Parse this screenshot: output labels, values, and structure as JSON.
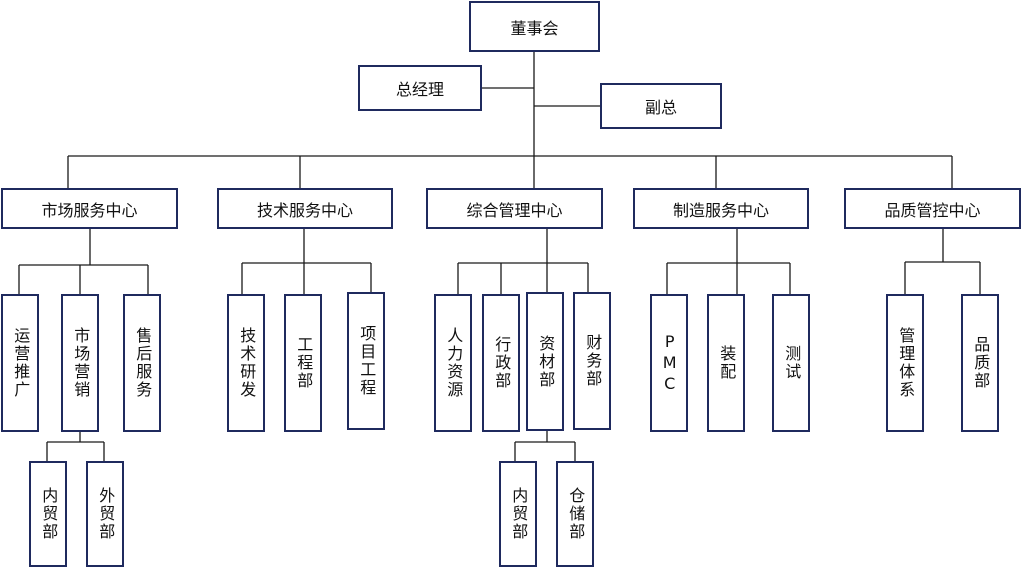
{
  "org": {
    "board": "董事会",
    "gm": "总经理",
    "deputy": "副总",
    "centers": {
      "market": "市场服务中心",
      "tech": "技术服务中心",
      "admin": "综合管理中心",
      "mfg": "制造服务中心",
      "quality": "品质管控中心"
    },
    "market_units": {
      "ops": "运营推广",
      "marketing": "市场营销",
      "aftersales": "售后服务"
    },
    "marketing_subunits": {
      "domestic": "内贸部",
      "foreign": "外贸部"
    },
    "tech_units": {
      "rd": "技术研发",
      "engineering": "工程部",
      "project": "项目工程"
    },
    "admin_units": {
      "hr": "人力资源",
      "administration": "行政部",
      "materials": "资材部",
      "finance": "财务部"
    },
    "materials_subunits": {
      "domestic": "内贸部",
      "warehouse": "仓储部"
    },
    "mfg_units": {
      "pmc": "PMC",
      "assembly": "装配",
      "test": "测试"
    },
    "quality_units": {
      "system": "管理体系",
      "qa": "品质部"
    }
  },
  "colors": {
    "border": "#1f2a5e",
    "line": "#1a1a1a"
  }
}
